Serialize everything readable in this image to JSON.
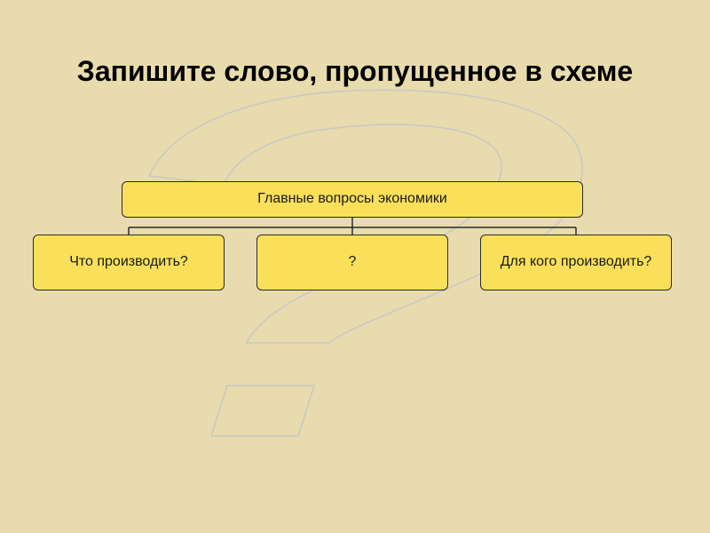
{
  "slide": {
    "title": "Запишите слово, пропущенное в схеме"
  },
  "diagram": {
    "root": "Главные вопросы экономики",
    "children": [
      "Что производить?",
      "?",
      "Для кого производить?"
    ]
  },
  "decoration": {
    "watermark_icon": "question-mark-icon"
  },
  "colors": {
    "background": "#E8DBAD",
    "box_fill": "#FAE05A",
    "box_border": "#2a2a2a",
    "watermark_stroke": "#C8C8C4"
  }
}
